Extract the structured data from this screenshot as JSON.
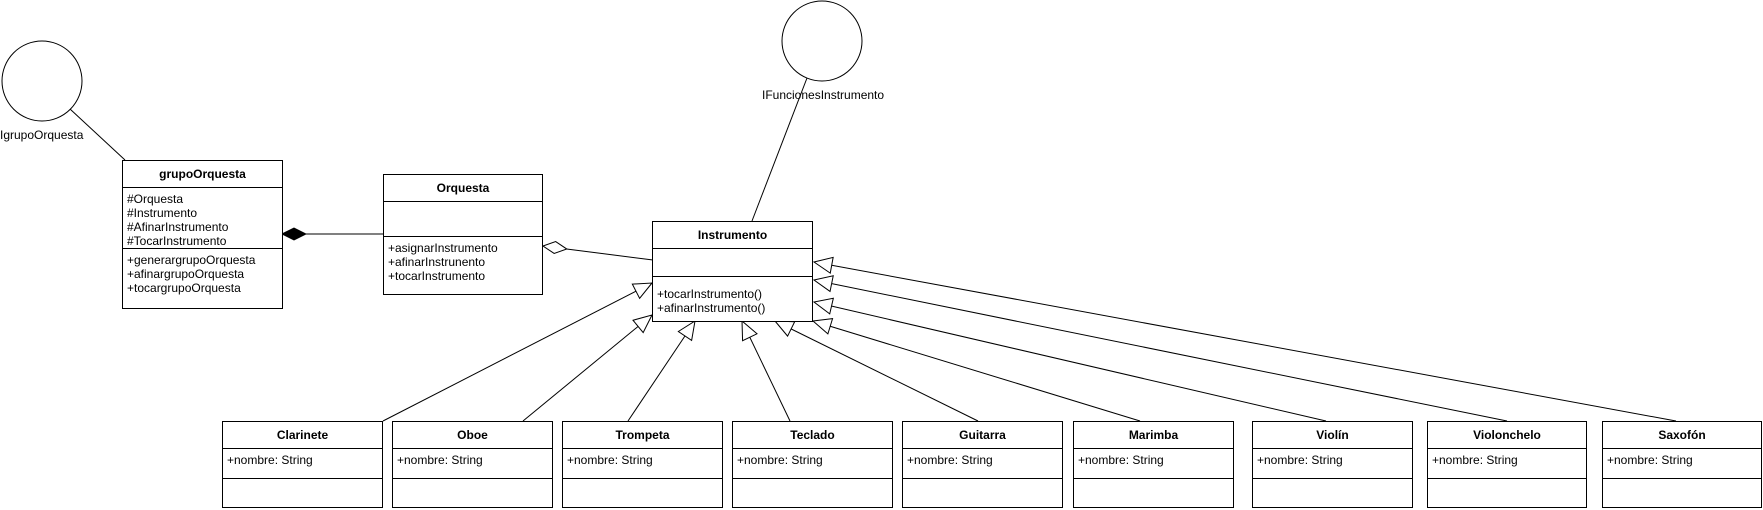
{
  "interfaces": [
    {
      "id": "igrupo",
      "label": "IgrupoOrquesta"
    },
    {
      "id": "ifunc",
      "label": "IFuncionesInstrumento"
    }
  ],
  "classes": {
    "grupoOrquesta": {
      "name": "grupoOrquesta",
      "attributes": [
        "#Orquesta",
        "#Instrumento",
        "#AfinarInstrumento",
        "#TocarInstrumento"
      ],
      "operations": [
        "+generargrupoOrquesta",
        "+afinargrupoOrquesta",
        "+tocargrupoOrquesta"
      ]
    },
    "orquesta": {
      "name": "Orquesta",
      "attributes": [],
      "operations": [
        "+asignarInstrumento",
        "+afinarInstrunento",
        "+tocarInstrumento"
      ]
    },
    "instrumento": {
      "name": "Instrumento",
      "attributes": [],
      "operations": [
        "+tocarInstrumento()",
        "+afinarInstrumento()"
      ]
    },
    "subclasses": [
      {
        "name": "Clarinete",
        "attribute": "+nombre: String"
      },
      {
        "name": "Oboe",
        "attribute": "+nombre: String"
      },
      {
        "name": "Trompeta",
        "attribute": "+nombre: String"
      },
      {
        "name": "Teclado",
        "attribute": "+nombre: String"
      },
      {
        "name": "Guitarra",
        "attribute": "+nombre: String"
      },
      {
        "name": "Marimba",
        "attribute": "+nombre: String"
      },
      {
        "name": "Violín",
        "attribute": "+nombre: String"
      },
      {
        "name": "Violonchelo",
        "attribute": "+nombre: String"
      },
      {
        "name": "Saxofón",
        "attribute": "+nombre: String"
      }
    ]
  }
}
